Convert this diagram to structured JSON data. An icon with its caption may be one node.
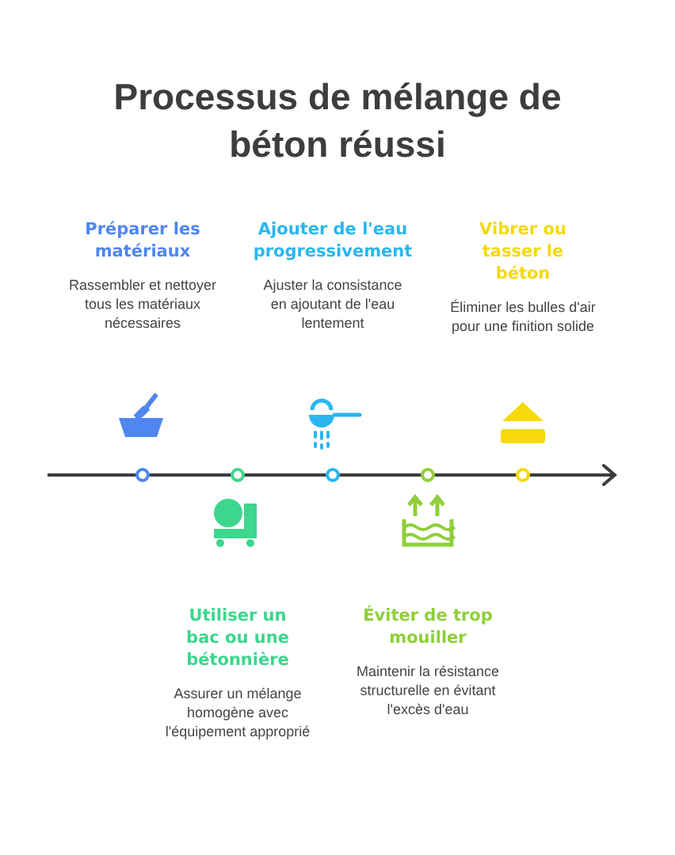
{
  "diagram": {
    "title": "Processus de mélange de béton réussi",
    "nodes": [
      {
        "text": [
          "Préparer les matériaux",
          "Rassembler et nettoyer tous les matériaux nécessaires"
        ]
      },
      {
        "text": [
          "Utiliser un bac ou une bétonnière",
          "Assurer un mélange homogène avec l'équipement approprié"
        ]
      },
      {
        "text": [
          "Ajouter de l'eau progressivement",
          "Ajuster la consistance en ajoutant de l'eau lentement"
        ]
      },
      {
        "text": [
          "Éviter de trop mouiller",
          "Maintenir la résistance structurelle en évitant l'excès d'eau"
        ]
      },
      {
        "text": [
          "Vibrer ou tasser le béton",
          "Éliminer les bulles d'air pour une finition solide"
        ]
      }
    ],
    "edges": []
  }
}
